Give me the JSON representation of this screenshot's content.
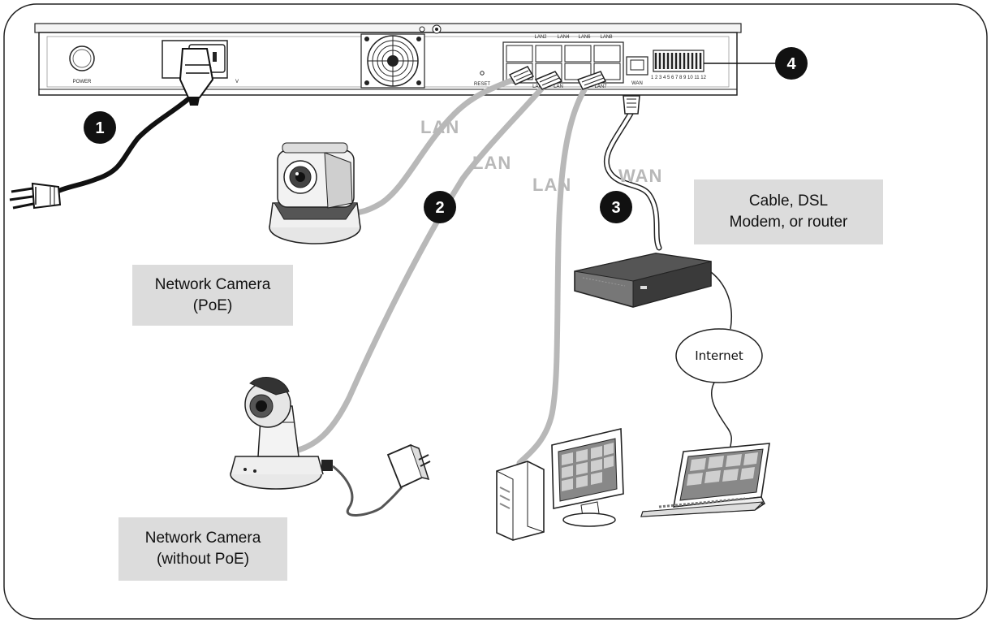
{
  "device_panel": {
    "power_label": "POWER",
    "reset_label": "RESET",
    "wan_label": "WAN",
    "lan_top_labels": [
      "LAN2",
      "LAN4",
      "LAN6",
      "LAN8"
    ],
    "lan_bottom_labels": [
      "LAN",
      "LAN",
      "LAN7"
    ],
    "dio_label": "1 2 3 4 5 6 7 8 9 10 11 12",
    "voltage_label": "V"
  },
  "markers": [
    "1",
    "2",
    "3",
    "4"
  ],
  "cable_labels": {
    "lan_1": "LAN",
    "lan_2": "LAN",
    "lan_3": "LAN",
    "wan": "WAN"
  },
  "boxes": {
    "modem": [
      "Cable, DSL",
      "Modem, or router"
    ],
    "camera_poe": [
      "Network Camera",
      "(PoE)"
    ],
    "camera_no_poe": [
      "Network Camera",
      "(without PoE)"
    ]
  },
  "internet_label": "Internet",
  "colors": {
    "cable_gray": "#b8b8b8",
    "marker_black": "#111111",
    "box_gray": "#dcdcdc"
  }
}
